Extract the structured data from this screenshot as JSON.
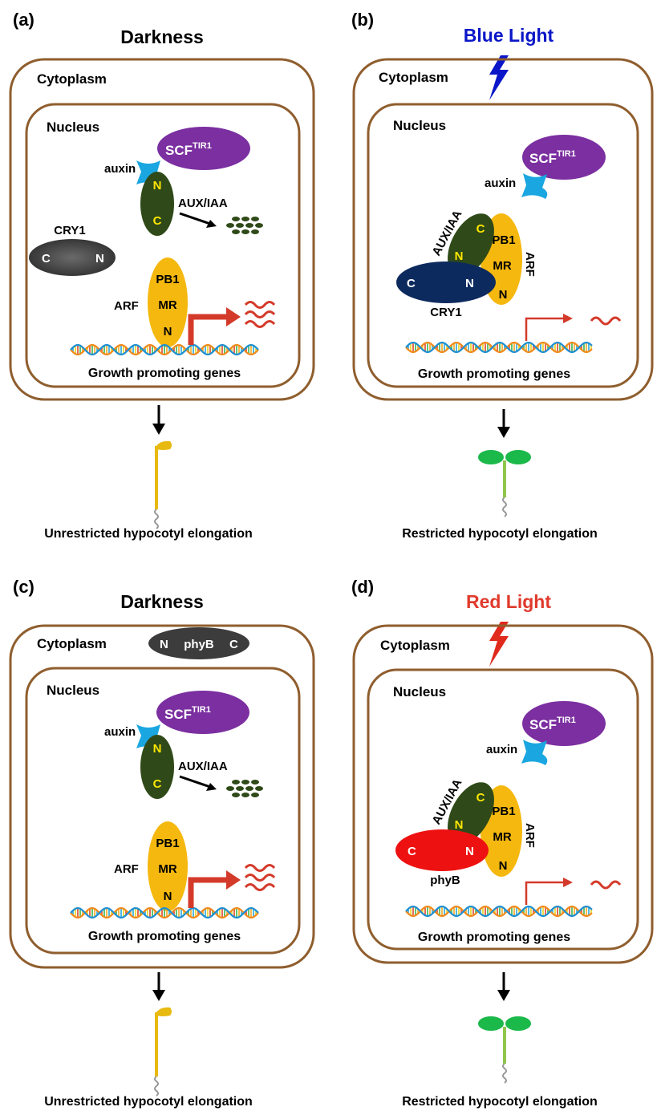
{
  "panels": [
    {
      "letter": "(a)",
      "title": "Darkness",
      "title_color": "#000000",
      "cytoplasm": "Cytoplasm",
      "nucleus": "Nucleus",
      "scf": "SCF",
      "scf_sup": "TIR1",
      "auxin": "auxin",
      "auxiaa": "AUX/IAA",
      "aux_n": "N",
      "aux_c": "C",
      "photoreceptor": "CRY1",
      "pr_c": "C",
      "pr_n": "N",
      "arf": "ARF",
      "pb1": "PB1",
      "mr": "MR",
      "arf_n": "N",
      "genes": "Growth promoting genes",
      "outcome": "Unrestricted hypocotyl elongation"
    },
    {
      "letter": "(b)",
      "title": "Blue Light",
      "title_color": "#0a16c8",
      "cytoplasm": "Cytoplasm",
      "nucleus": "Nucleus",
      "scf": "SCF",
      "scf_sup": "TIR1",
      "auxin": "auxin",
      "auxiaa": "AUX/IAA",
      "aux_n": "N",
      "aux_c": "C",
      "photoreceptor": "CRY1",
      "pr_c": "C",
      "pr_n": "N",
      "arf": "ARF",
      "pb1": "PB1",
      "mr": "MR",
      "arf_n": "N",
      "genes": "Growth promoting genes",
      "outcome": "Restricted hypocotyl elongation"
    },
    {
      "letter": "(c)",
      "title": "Darkness",
      "title_color": "#000000",
      "cytoplasm": "Cytoplasm",
      "nucleus": "Nucleus",
      "scf": "SCF",
      "scf_sup": "TIR1",
      "auxin": "auxin",
      "auxiaa": "AUX/IAA",
      "aux_n": "N",
      "aux_c": "C",
      "photoreceptor": "phyB",
      "pr_c": "C",
      "pr_n": "N",
      "arf": "ARF",
      "pb1": "PB1",
      "mr": "MR",
      "arf_n": "N",
      "genes": "Growth promoting genes",
      "outcome": "Unrestricted hypocotyl elongation"
    },
    {
      "letter": "(d)",
      "title": "Red Light",
      "title_color": "#e03a2c",
      "cytoplasm": "Cytoplasm",
      "nucleus": "Nucleus",
      "scf": "SCF",
      "scf_sup": "TIR1",
      "auxin": "auxin",
      "auxiaa": "AUX/IAA",
      "aux_n": "N",
      "aux_c": "C",
      "photoreceptor": "phyB",
      "pr_c": "C",
      "pr_n": "N",
      "arf": "ARF",
      "pb1": "PB1",
      "mr": "MR",
      "arf_n": "N",
      "genes": "Growth promoting genes",
      "outcome": "Restricted hypocotyl elongation"
    }
  ],
  "colors": {
    "membrane": "#8f5e2e",
    "scf": "#7b2fa0",
    "auxin": "#1aa6e0",
    "auxiaa": "#2f4a18",
    "arf": "#f5b80f",
    "cry1_inactive": "#4a4a4a",
    "cry1_active": "#0d2a5e",
    "phyb_inactive": "#3c3c3c",
    "phyb_active": "#ee1111",
    "transcription": "#d43a2a",
    "cotyledon": "#1bb84a",
    "hypocotyl_dark": "#e8b90f",
    "hypocotyl_light": "#8fc54a"
  }
}
